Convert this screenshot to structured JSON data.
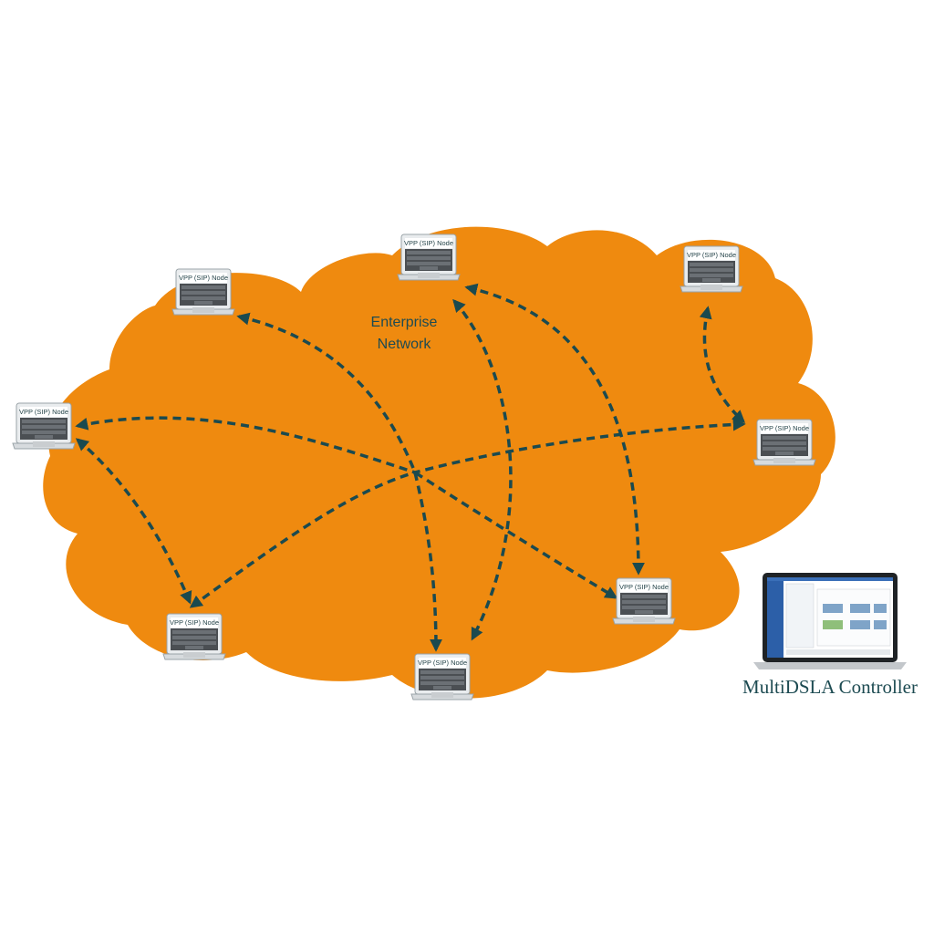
{
  "network": {
    "label_line1": "Enterprise",
    "label_line2": "Network",
    "cloud_color": "#ef8a0f",
    "link_color": "#1b4a4f"
  },
  "nodes": [
    {
      "label": "VPP (SIP) Node"
    },
    {
      "label": "VPP (SIP) Node"
    },
    {
      "label": "VPP (SIP) Node"
    },
    {
      "label": "VPP (SIP) Node"
    },
    {
      "label": "VPP (SIP) Node"
    },
    {
      "label": "VPP (SIP) Node"
    },
    {
      "label": "VPP (SIP) Node"
    },
    {
      "label": "VPP (SIP) Node"
    }
  ],
  "controller": {
    "label": "MultiDSLA Controller"
  }
}
